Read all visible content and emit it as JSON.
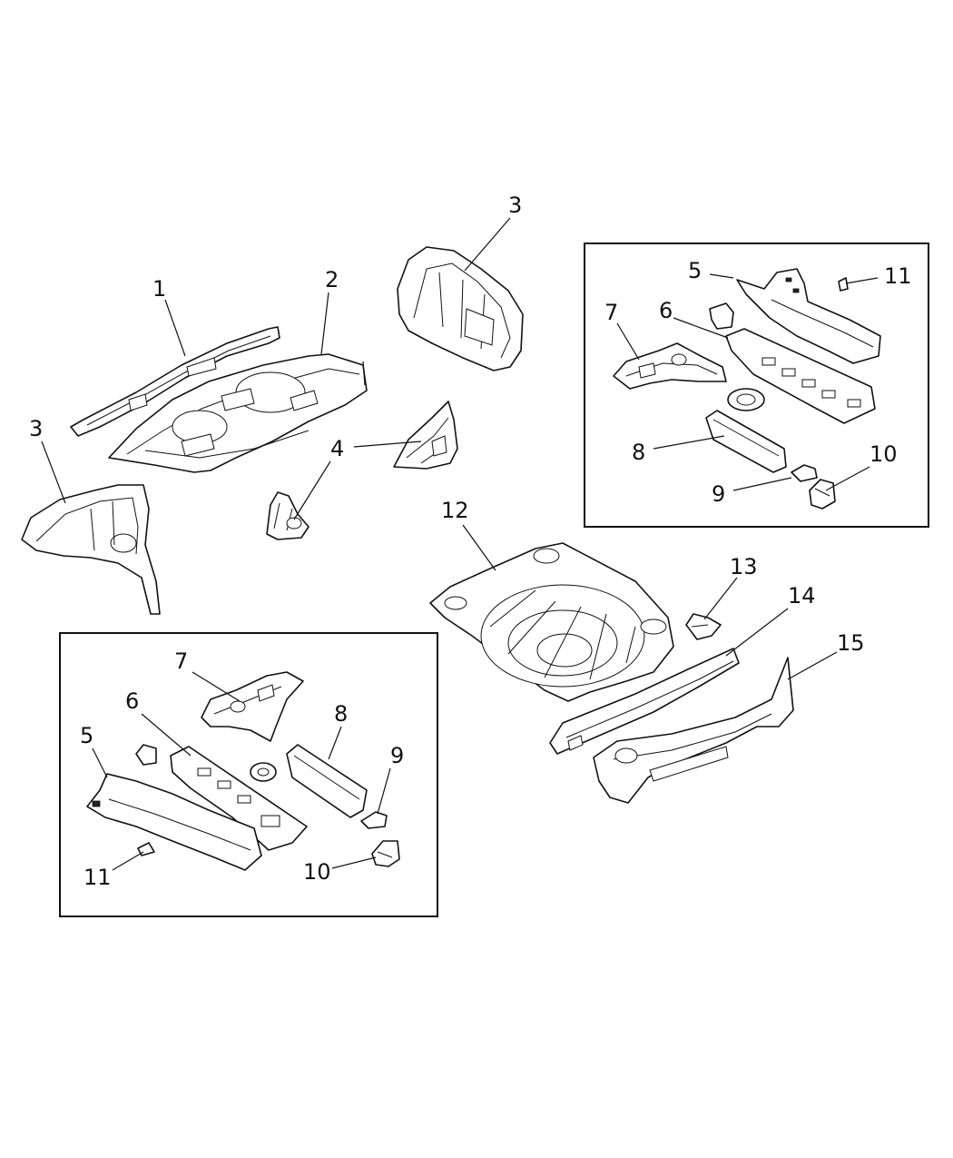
{
  "diagram": {
    "callouts": [
      {
        "id": "c1",
        "label": "1"
      },
      {
        "id": "c2",
        "label": "2"
      },
      {
        "id": "c3a",
        "label": "3"
      },
      {
        "id": "c3b",
        "label": "3"
      },
      {
        "id": "c4",
        "label": "4"
      },
      {
        "id": "c5r",
        "label": "5"
      },
      {
        "id": "c6r",
        "label": "6"
      },
      {
        "id": "c7r",
        "label": "7"
      },
      {
        "id": "c8r",
        "label": "8"
      },
      {
        "id": "c9r",
        "label": "9"
      },
      {
        "id": "c10r",
        "label": "10"
      },
      {
        "id": "c11r",
        "label": "11"
      },
      {
        "id": "c12",
        "label": "12"
      },
      {
        "id": "c13",
        "label": "13"
      },
      {
        "id": "c14",
        "label": "14"
      },
      {
        "id": "c15",
        "label": "15"
      },
      {
        "id": "c5l",
        "label": "5"
      },
      {
        "id": "c6l",
        "label": "6"
      },
      {
        "id": "c7l",
        "label": "7"
      },
      {
        "id": "c8l",
        "label": "8"
      },
      {
        "id": "c9l",
        "label": "9"
      },
      {
        "id": "c10l",
        "label": "10"
      },
      {
        "id": "c11l",
        "label": "11"
      }
    ]
  }
}
